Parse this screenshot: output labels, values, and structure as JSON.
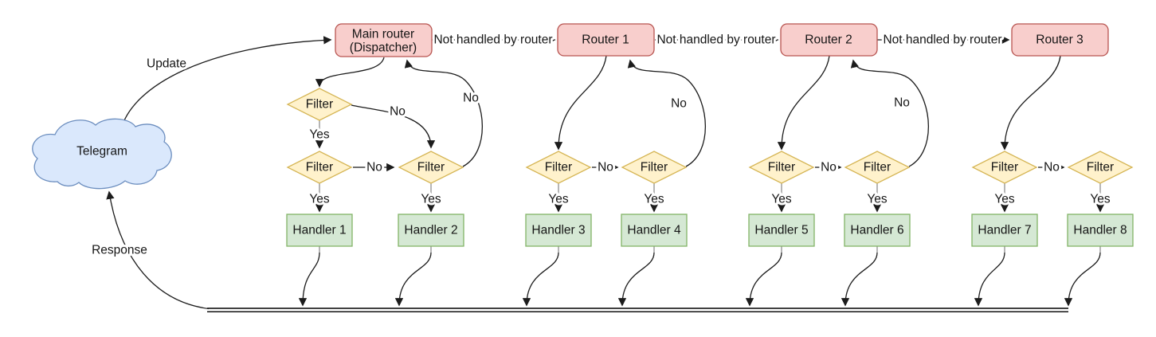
{
  "nodes": {
    "cloud": "Telegram",
    "main_router": [
      "Main router",
      "(Dispatcher)"
    ],
    "routers": [
      "Router 1",
      "Router 2",
      "Router 3"
    ],
    "filters": [
      "Filter",
      "Filter",
      "Filter",
      "Filter",
      "Filter",
      "Filter",
      "Filter",
      "Filter",
      "Filter"
    ],
    "handlers": [
      "Handler 1",
      "Handler 2",
      "Handler 3",
      "Handler 4",
      "Handler 5",
      "Handler 6",
      "Handler 7",
      "Handler 8"
    ]
  },
  "edge_labels": {
    "update": "Update",
    "response": "Response",
    "not_handled": [
      "Not handled by router",
      "Not handled by router",
      "Not handled by router"
    ],
    "yes": [
      "Yes",
      "Yes",
      "Yes",
      "Yes",
      "Yes",
      "Yes",
      "Yes",
      "Yes",
      "Yes"
    ],
    "no": [
      "No",
      "No",
      "No",
      "No",
      "No",
      "No",
      "No",
      "No"
    ]
  },
  "colors": {
    "router_fill": "#f8cecc",
    "router_stroke": "#b85450",
    "filter_fill": "#fff2cc",
    "filter_stroke": "#d6b656",
    "handler_fill": "#d5e8d4",
    "handler_stroke": "#82b366",
    "cloud_fill": "#dae8fc",
    "cloud_stroke": "#6c8ebf",
    "edge": "#1c1c1c",
    "edge_stub": "#8f8f8f",
    "text": "#151515"
  }
}
